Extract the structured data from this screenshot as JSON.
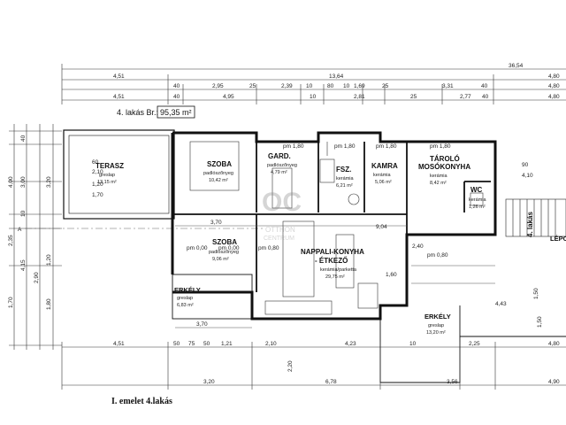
{
  "apartment": {
    "label": "4. lakás Br.:",
    "area": "95,35 m²",
    "side_label": "4. lakás"
  },
  "caption": "I. emelet 4.lakás",
  "rooms": [
    {
      "id": "terasz",
      "name": "TERASZ",
      "sub1": "greslap",
      "sub2": "13,15 m²"
    },
    {
      "id": "szoba1",
      "name": "SZOBA",
      "sub1": "padlószőnyeg",
      "sub2": "10,42 m²"
    },
    {
      "id": "gard",
      "name": "GARD.",
      "sub1": "padlószőnyeg",
      "sub2": "4,79 m²"
    },
    {
      "id": "fsz",
      "name": "FSZ.",
      "sub1": "kerámia",
      "sub2": "6,21 m²"
    },
    {
      "id": "kamra",
      "name": "KAMRA",
      "sub1": "kerámia",
      "sub2": "5,06 m²"
    },
    {
      "id": "tarolo",
      "name": "TÁROLÓ",
      "name2": "MOSÓKONYHA",
      "sub1": "kerámia",
      "sub2": "8,42 m²"
    },
    {
      "id": "wc",
      "name": "WC",
      "sub1": "kerámia",
      "sub2": "1,26 m²"
    },
    {
      "id": "szoba2",
      "name": "SZOBA",
      "sub1": "padlószőnyeg",
      "sub2": "9,06 m²"
    },
    {
      "id": "nappali",
      "name": "NAPPALI-KONYHA",
      "name2": "- ÉTKEZŐ",
      "sub1": "kerámia/parketta",
      "sub2": "29,75 m²"
    },
    {
      "id": "erkely1",
      "name": "ERKÉLY",
      "sub1": "greslap",
      "sub2": "6,83 m²"
    },
    {
      "id": "erkely2",
      "name": "ERKÉLY",
      "sub1": "greslap",
      "sub2": "13,20 m²"
    },
    {
      "id": "lepcso",
      "name": "LÉPCS"
    }
  ],
  "dims_top": {
    "row1": [
      "36,54"
    ],
    "row2": [
      "4,51",
      "13,64",
      "4,80"
    ],
    "row3": [
      "40",
      "2,95",
      "25",
      "2,39",
      "10",
      "80",
      "10",
      "1,69",
      "25",
      "3,31",
      "40",
      "4,80"
    ],
    "row4": [
      "4,51",
      "40",
      "4,95",
      "10",
      "2,81",
      "25",
      "2,77",
      "40",
      "4,80"
    ]
  },
  "dims_bottom": {
    "row1": [
      "4,51",
      "50",
      "75",
      "50",
      "1,21",
      "2,10",
      "4,23",
      "10",
      "2,25",
      "4,80"
    ],
    "row2": [
      "3,20",
      "6,78",
      "3,56",
      "4,90"
    ]
  },
  "dims_left": [
    "4,00",
    "2,35",
    "1,70",
    "40",
    "3,00",
    "3,20",
    "10",
    "4,15",
    "2,90",
    "1,20",
    "1,80"
  ],
  "dims_inner": [
    "pm 1,80",
    "pm 1,80",
    "pm 1,80",
    "pm 1,80",
    "pm 0,80",
    "pm 0,80",
    "pm 0,00",
    "pm 0,00",
    "3,70",
    "3,70",
    "9,04",
    "1,50",
    "2,40",
    "1,60",
    "4,43",
    "1,50",
    "2,20",
    "60",
    "2,10",
    "1,20",
    "1,70",
    "90",
    "4,10"
  ],
  "watermark": {
    "letters": "OC",
    "line1": "OTTHON",
    "line2": "CENTRUM"
  }
}
